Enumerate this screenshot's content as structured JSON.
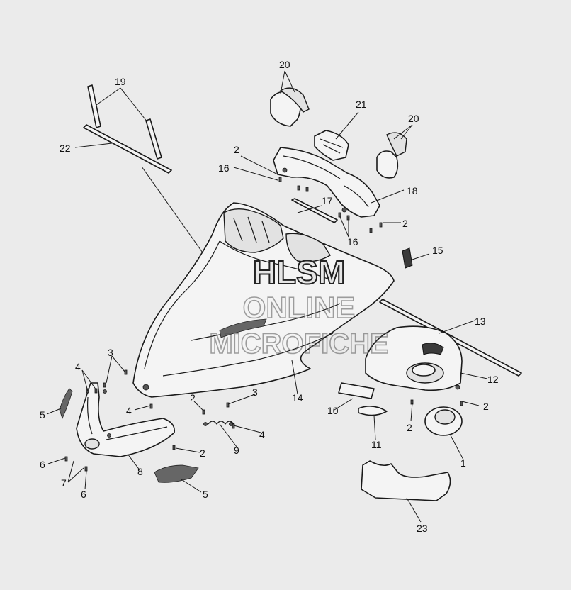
{
  "watermark": {
    "line1": "HLSM",
    "line2": "ONLINE",
    "line3": "MICROFICHE"
  },
  "callouts": [
    {
      "id": "c20a",
      "text": "20"
    },
    {
      "id": "c21",
      "text": "21"
    },
    {
      "id": "c20b",
      "text": "20"
    },
    {
      "id": "c19",
      "text": "19"
    },
    {
      "id": "c22",
      "text": "22"
    },
    {
      "id": "c2a",
      "text": "2"
    },
    {
      "id": "c16a",
      "text": "16"
    },
    {
      "id": "c18",
      "text": "18"
    },
    {
      "id": "c17",
      "text": "17"
    },
    {
      "id": "c2b",
      "text": "2"
    },
    {
      "id": "c16b",
      "text": "16"
    },
    {
      "id": "c15",
      "text": "15"
    },
    {
      "id": "c13",
      "text": "13"
    },
    {
      "id": "c12",
      "text": "12"
    },
    {
      "id": "c3a",
      "text": "3"
    },
    {
      "id": "c4a",
      "text": "4"
    },
    {
      "id": "c5a",
      "text": "5"
    },
    {
      "id": "c4b",
      "text": "4"
    },
    {
      "id": "c14",
      "text": "14"
    },
    {
      "id": "c2c",
      "text": "2"
    },
    {
      "id": "c3b",
      "text": "3"
    },
    {
      "id": "c10",
      "text": "10"
    },
    {
      "id": "c2d",
      "text": "2"
    },
    {
      "id": "c2e",
      "text": "2"
    },
    {
      "id": "c4c",
      "text": "4"
    },
    {
      "id": "c9",
      "text": "9"
    },
    {
      "id": "c11",
      "text": "11"
    },
    {
      "id": "c2f",
      "text": "2"
    },
    {
      "id": "c1",
      "text": "1"
    },
    {
      "id": "c6a",
      "text": "6"
    },
    {
      "id": "c8",
      "text": "8"
    },
    {
      "id": "c7",
      "text": "7"
    },
    {
      "id": "c6b",
      "text": "6"
    },
    {
      "id": "c5b",
      "text": "5"
    },
    {
      "id": "c23",
      "text": "23"
    }
  ]
}
